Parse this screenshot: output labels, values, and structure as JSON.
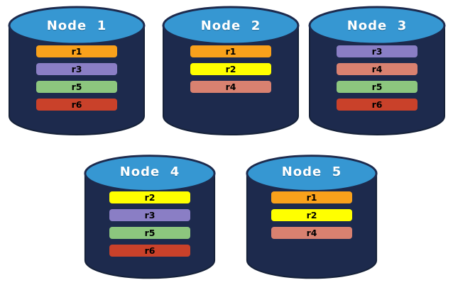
{
  "diagram": {
    "description": "Database nodes with replica distribution"
  },
  "colors": {
    "cylinder_body": "#1D2A4D",
    "cylinder_outline": "#152138",
    "cylinder_top": "#3697D2",
    "node_label_text": "#FFFFFF",
    "bar_label_text": "#000000",
    "background": "#FFFFFF"
  },
  "replica_colors": {
    "r1": "#F9A11B",
    "r2": "#FFFF00",
    "r3": "#8A7EC5",
    "r4": "#D98170",
    "r5": "#8CC67E",
    "r6": "#C9412A"
  },
  "nodes": [
    {
      "label": "Node  1",
      "replicas": [
        "r1",
        "r3",
        "r5",
        "r6"
      ]
    },
    {
      "label": "Node  2",
      "replicas": [
        "r1",
        "r2",
        "r4"
      ]
    },
    {
      "label": "Node  3",
      "replicas": [
        "r3",
        "r4",
        "r5",
        "r6"
      ]
    },
    {
      "label": "Node  4",
      "replicas": [
        "r2",
        "r3",
        "r5",
        "r6"
      ]
    },
    {
      "label": "Node  5",
      "replicas": [
        "r1",
        "r2",
        "r4"
      ]
    }
  ]
}
